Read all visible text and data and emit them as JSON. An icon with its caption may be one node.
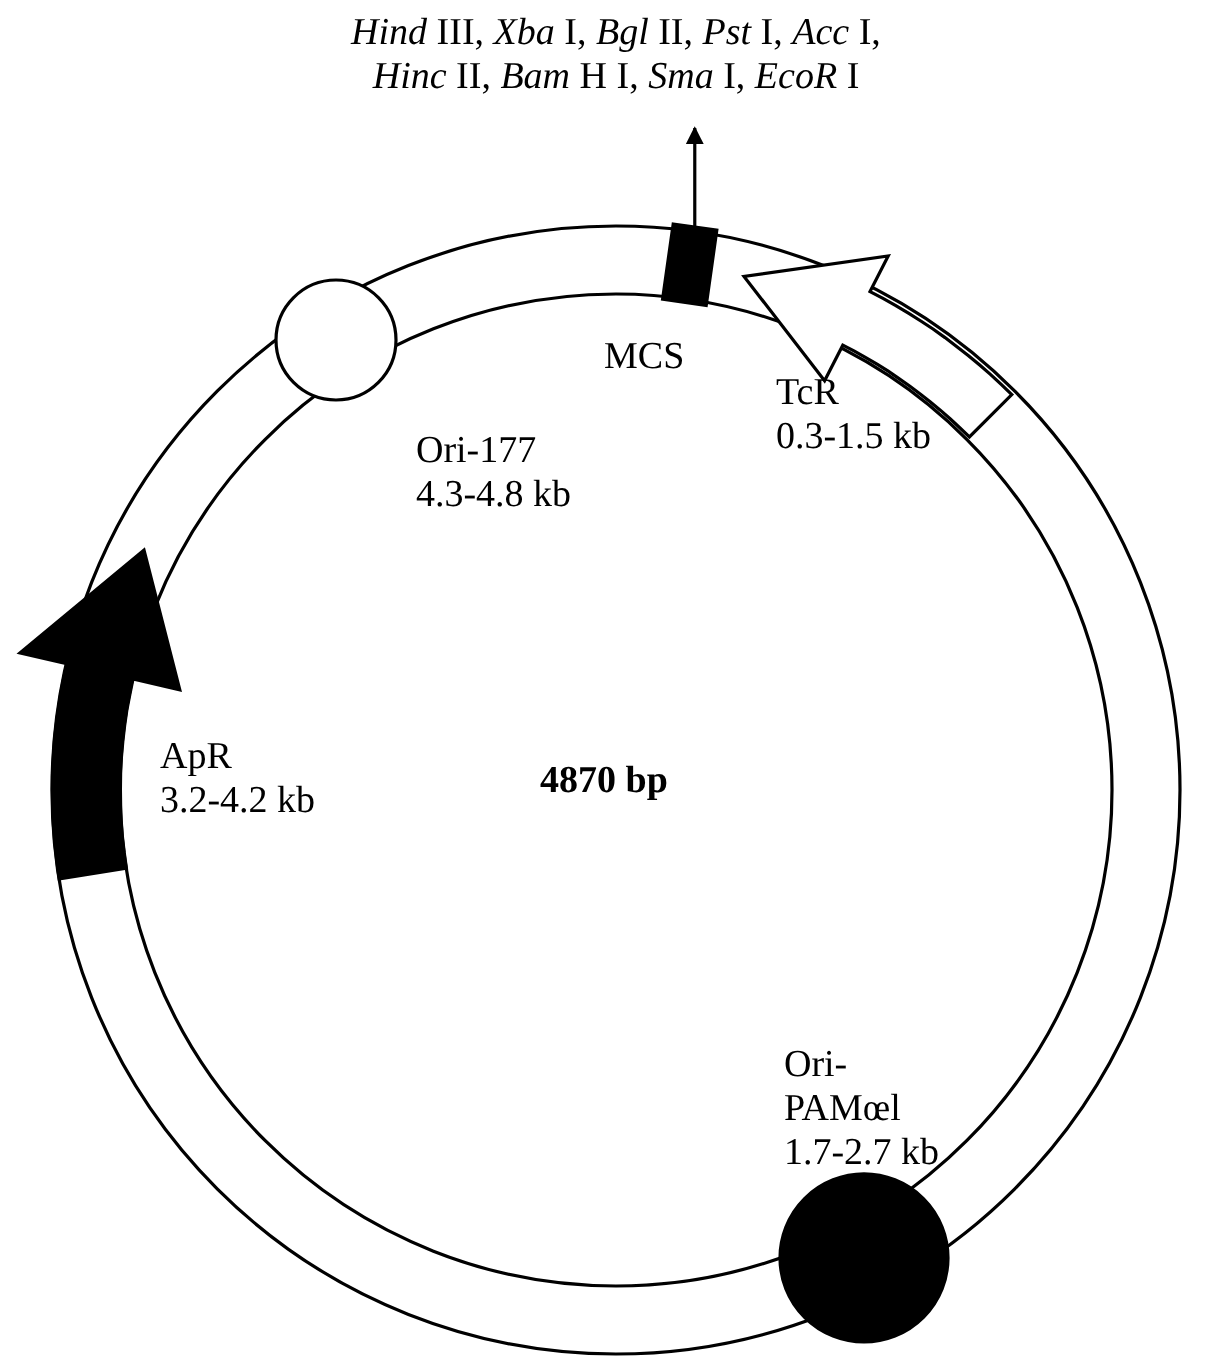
{
  "diagram": {
    "nodes": [
      {
        "text": [
          "*Hind* III, *Xba* I, *Bgl* II, *Pst* I, *Acc* I, *Hinc* II, *Bam* H I, *Sma* I, *EcoR* I"
        ]
      },
      {
        "text": [
          "MCS"
        ]
      },
      {
        "text": [
          "TcR",
          "0.3-1.5 kb"
        ]
      },
      {
        "text": [
          "Ori-177",
          "4.3-4.8 kb"
        ]
      },
      {
        "text": [
          "ApR",
          "3.2-4.2 kb"
        ]
      },
      {
        "text": [
          "Ori-PAMœl",
          "1.7-2.7 kb"
        ]
      }
    ],
    "edges": [
      {
        "from": 1,
        "to": 0,
        "arrow": "to"
      }
    ],
    "labels": [
      "4870 bp"
    ]
  }
}
